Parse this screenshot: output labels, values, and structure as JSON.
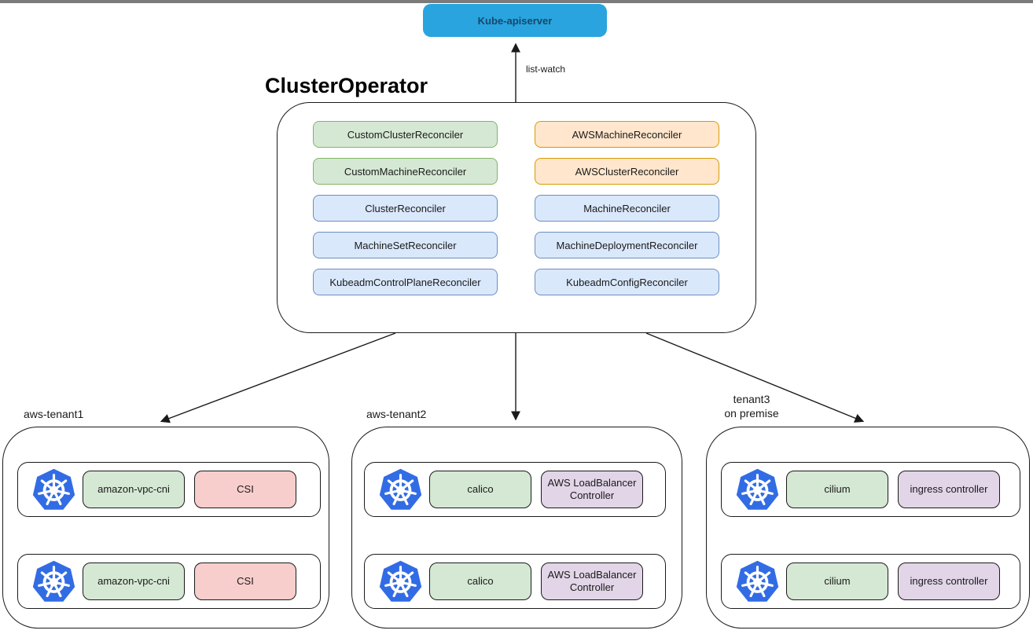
{
  "apiserver": {
    "label": "Kube-apiserver"
  },
  "edge": {
    "label": "list-watch"
  },
  "operator": {
    "title": "ClusterOperator",
    "reconcilers": [
      {
        "label": "CustomClusterReconciler",
        "type": "green"
      },
      {
        "label": "AWSMachineReconciler",
        "type": "orange"
      },
      {
        "label": "CustomMachineReconciler",
        "type": "green"
      },
      {
        "label": "AWSClusterReconciler",
        "type": "orange"
      },
      {
        "label": "ClusterReconciler",
        "type": "blue"
      },
      {
        "label": "MachineReconciler",
        "type": "blue"
      },
      {
        "label": "MachineSetReconciler",
        "type": "blue"
      },
      {
        "label": "MachineDeploymentReconciler",
        "type": "blue"
      },
      {
        "label": "KubeadmControlPlaneReconciler",
        "type": "blue"
      },
      {
        "label": "KubeadmConfigReconciler",
        "type": "blue"
      }
    ]
  },
  "tenants": [
    {
      "name_lines": [
        "aws-tenant1"
      ],
      "clusters": [
        {
          "cni": "amazon-vpc-cni",
          "addon": "CSI",
          "addon_type": "red"
        },
        {
          "cni": "amazon-vpc-cni",
          "addon": "CSI",
          "addon_type": "red"
        }
      ]
    },
    {
      "name_lines": [
        "aws-tenant2"
      ],
      "clusters": [
        {
          "cni": "calico",
          "addon": "AWS LoadBalancer Controller",
          "addon_type": "purple"
        },
        {
          "cni": "calico",
          "addon": "AWS LoadBalancer Controller",
          "addon_type": "purple"
        }
      ]
    },
    {
      "name_lines": [
        "tenant3",
        "on premise"
      ],
      "clusters": [
        {
          "cni": "cilium",
          "addon": "ingress controller",
          "addon_type": "purple"
        },
        {
          "cni": "cilium",
          "addon": "ingress controller",
          "addon_type": "purple"
        }
      ]
    }
  ],
  "icons": {
    "cluster": "kubernetes-icon"
  },
  "palette": {
    "apiserver_fill": "#29a4de",
    "apiserver_text": "#15476c",
    "green_fill": "#d5e8d4",
    "green_stroke": "#82b366",
    "orange_fill": "#ffe6cc",
    "orange_stroke": "#d79b00",
    "blue_fill": "#dae8fc",
    "blue_stroke": "#6c8ebf",
    "red_fill": "#f8cecc",
    "red_stroke": "#b85450",
    "purple_fill": "#e1d5e7",
    "purple_stroke": "#9673a6",
    "kubernetes_blue": "#326ce5",
    "edge_color": "#1a1a1a",
    "top_border": "#7b7b7b"
  }
}
